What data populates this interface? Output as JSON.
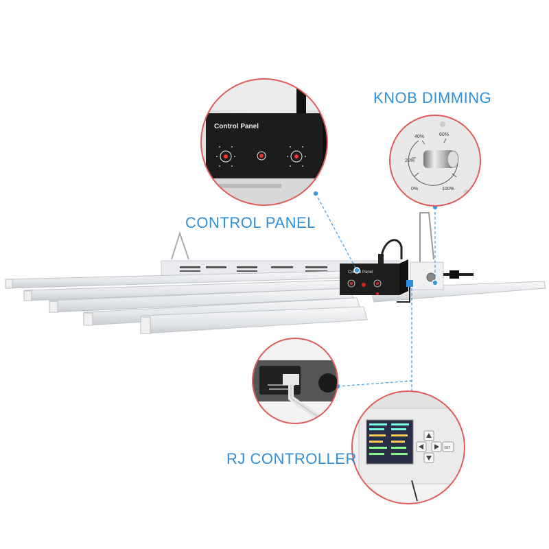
{
  "labels": {
    "knob_dimming": "KNOB DIMMING",
    "control_panel": "CONTROL PANEL",
    "rj_controller": "RJ CONTROLLER"
  },
  "control_panel_zoom": {
    "title": "Control Panel"
  },
  "device_panel": {
    "title": "Control Panel"
  },
  "knob_zoom": {
    "scale": [
      "0%",
      "20%",
      "40%",
      "60%",
      "100%"
    ]
  },
  "rj_controller_zoom": {
    "set_key": "SET"
  },
  "colors": {
    "callout_blue": "#2f8fd8",
    "zoom_ring": "#e05a5a",
    "panel_black": "#1e1e1e",
    "indicator_red": "#d22"
  },
  "icons": [
    "knob-icon",
    "rj45-port-icon",
    "arrow-up-icon",
    "arrow-down-icon",
    "arrow-left-icon",
    "arrow-right-icon"
  ]
}
